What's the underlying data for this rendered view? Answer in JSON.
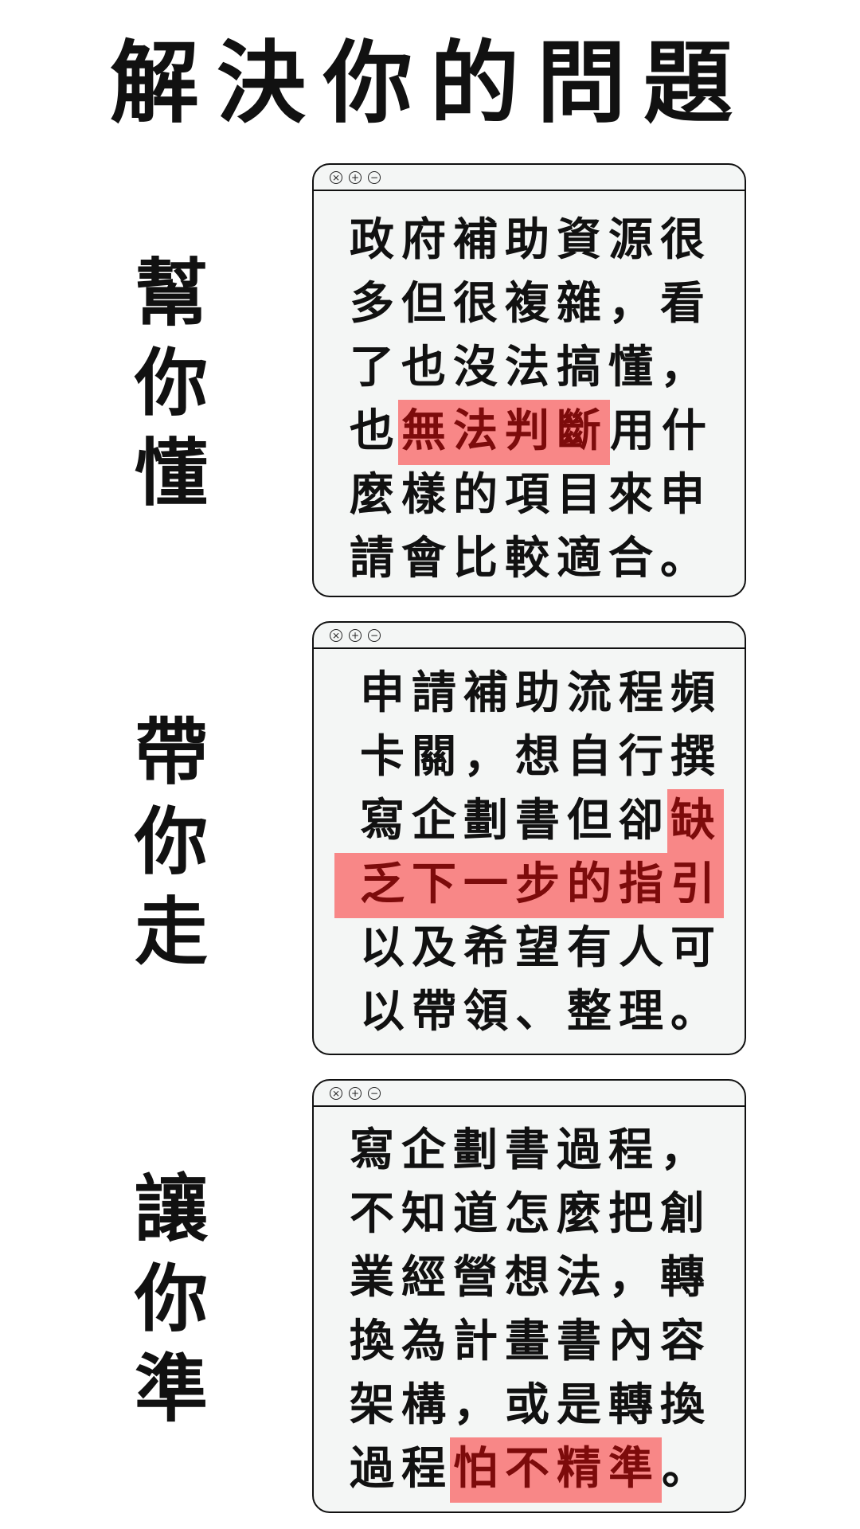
{
  "title": "解決你的問題",
  "sections": [
    {
      "side": [
        "幫",
        "你",
        "懂"
      ],
      "lines": [
        [
          "政府補助資源很"
        ],
        [
          "多但很複雜，看"
        ],
        [
          "了也沒法搞懂，"
        ],
        [
          "也",
          "無法判斷",
          "用什"
        ],
        [
          "麼樣的項目來申"
        ],
        [
          "請會比較適合。"
        ]
      ]
    },
    {
      "side": [
        "帶",
        "你",
        "走"
      ],
      "lines": [
        [
          "申請補助流程頻"
        ],
        [
          "卡關，想自行撰"
        ],
        [
          "寫企劃書但卻",
          "缺"
        ],
        [
          "乏下一步的指引"
        ],
        [
          "以及希望有人可"
        ],
        [
          "以帶領、整理。"
        ]
      ]
    },
    {
      "side": [
        "讓",
        "你",
        "準"
      ],
      "lines": [
        [
          "寫企劃書過程，"
        ],
        [
          "不知道怎麼把創"
        ],
        [
          "業經營想法，轉"
        ],
        [
          "換為計畫書內容"
        ],
        [
          "架構，或是轉換"
        ],
        [
          "過程",
          "怕不精準",
          "。"
        ]
      ]
    }
  ],
  "window_controls": {
    "close": "⨯",
    "add": "+",
    "minimize": "−"
  },
  "colors": {
    "highlight": "#f88787",
    "highlight_text": "#7d0b0b",
    "window_bg": "#f4f6f5"
  }
}
